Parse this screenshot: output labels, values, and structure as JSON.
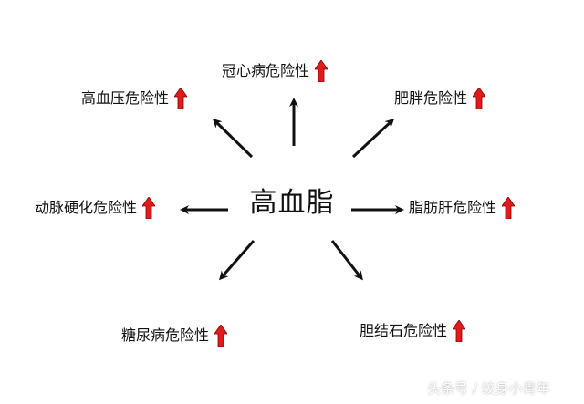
{
  "center": {
    "label": "高血脂"
  },
  "risks": [
    {
      "id": "gxb",
      "label": "冠心病危险性"
    },
    {
      "id": "gxy",
      "label": "高血压危险性"
    },
    {
      "id": "fp",
      "label": "肥胖危险性"
    },
    {
      "id": "dmyh",
      "label": "动脉硬化危险性"
    },
    {
      "id": "zfg",
      "label": "脂肪肝危险性"
    },
    {
      "id": "tnb",
      "label": "糖尿病危险性"
    },
    {
      "id": "djs",
      "label": "胆结石危险性"
    }
  ],
  "indicator": {
    "icon": "up-arrow-icon",
    "color": "#e01b1b"
  },
  "arrow_icon": "arrow-icon",
  "arrow_color": "#111111",
  "watermark": "头条号 / 纹身小青年"
}
